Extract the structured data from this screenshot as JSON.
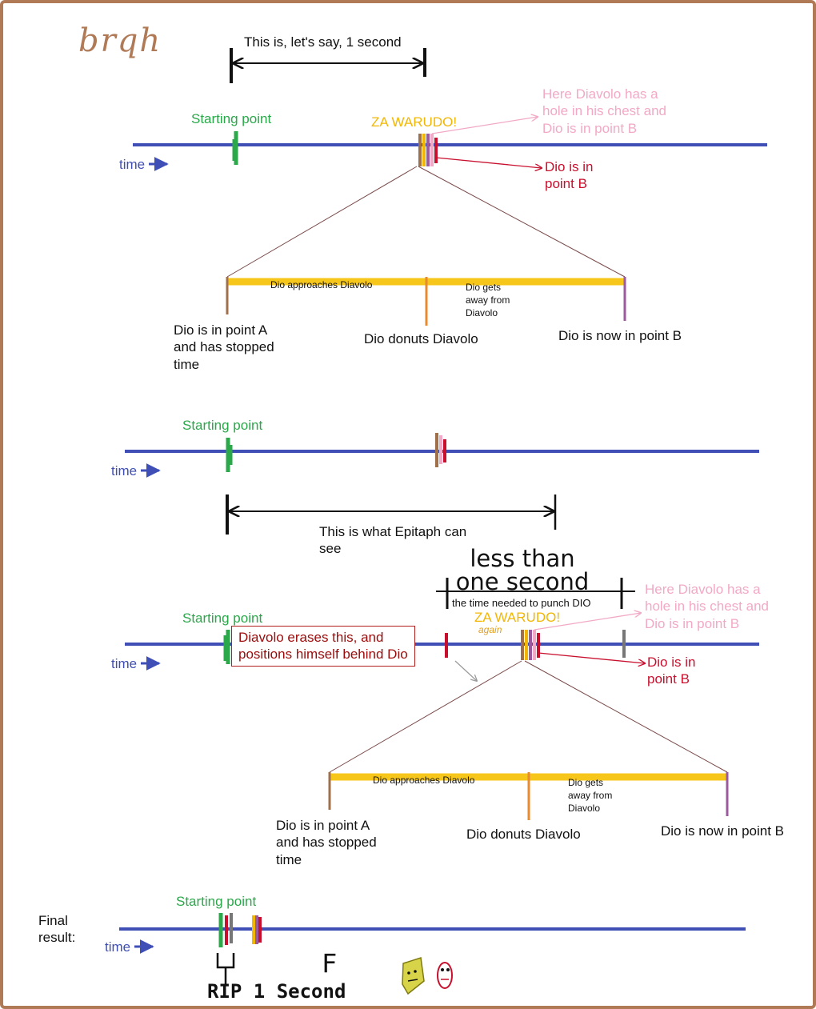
{
  "scribble": "brqh",
  "colors": {
    "timeline": "#3f4fb5",
    "start": "#2aa84a",
    "pink": "#f2a9c6",
    "red": "#c8102e",
    "yellow": "#f2b705",
    "brown": "#a0704b",
    "orange": "#e88a2e",
    "purple": "#9b59a0",
    "gray": "#777777",
    "border": "#b07a57"
  },
  "panel1": {
    "span_label": "This is, let's say, 1 second",
    "starting_point": "Starting point",
    "za_warudo": "ZA WARUDO!",
    "time_label": "time",
    "note_pink": [
      "Here Diavolo has a",
      "hole in his chest and",
      "Dio is in point B"
    ],
    "note_red": [
      "Dio is in",
      "point B"
    ],
    "zoom": {
      "approach": "Dio approaches Diavolo",
      "away": [
        "Dio gets",
        "away from",
        "Diavolo"
      ],
      "point_a": [
        "Dio is in point A",
        "and has stopped",
        "time"
      ],
      "donuts": "Dio donuts Diavolo",
      "point_b": "Dio is now in point B"
    }
  },
  "panel2": {
    "starting_point": "Starting point",
    "time_label": "time",
    "epitaph": [
      "This is what Epitaph can",
      "see"
    ]
  },
  "panel3": {
    "less_than": [
      "less than",
      "one second"
    ],
    "punch_time": "the time needed to punch DIO",
    "starting_point": "Starting point",
    "za_warudo": "ZA WARUDO!",
    "again": "again",
    "time_label": "time",
    "erase_box": [
      "Diavolo erases this, and",
      "positions himself behind Dio"
    ],
    "note_pink": [
      "Here Diavolo has a",
      "hole in his chest and",
      "Dio is in point B"
    ],
    "note_red": [
      "Dio is in",
      "point B"
    ],
    "zoom": {
      "approach": "Dio approaches Diavolo",
      "away": [
        "Dio gets",
        "away from",
        "Diavolo"
      ],
      "point_a": [
        "Dio is in point A",
        "and has stopped",
        "time"
      ],
      "donuts": "Dio donuts Diavolo",
      "point_b": "Dio is now in point B"
    }
  },
  "final": {
    "label": [
      "Final",
      "result:"
    ],
    "starting_point": "Starting point",
    "time_label": "time",
    "rip": "RIP 1 Second",
    "f": "F"
  }
}
